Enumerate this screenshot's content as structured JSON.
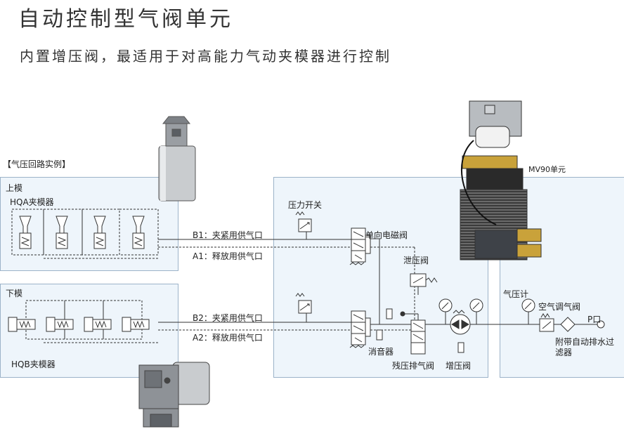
{
  "header": {
    "title": "自动控制型气阀单元",
    "subtitle": "内置增压阀，最适用于对高能力气动夹模器进行控制"
  },
  "diagram": {
    "section_label": "【气压回路实例】",
    "upper_die": {
      "label": "上模",
      "clamp_label": "HQA夹模器"
    },
    "lower_die": {
      "label": "下模",
      "clamp_label": "HQB夹模器"
    },
    "ports": {
      "b1": "B1：夹紧用供气口",
      "a1": "A1：释放用供气口",
      "b2": "B2：夹紧用供气口",
      "a2": "A2：释放用供气口"
    },
    "components": {
      "pressure_switch": "压力开关",
      "solenoid_valve": "单向电磁阀",
      "relief_valve": "泄压阀",
      "muffler": "消音器",
      "residual_exhaust": "残压排气阀",
      "booster_valve": "增压阀",
      "pressure_gauge": "气压计",
      "air_regulator": "空气调气阀",
      "p_port": "P口",
      "filter": "附带自动排水过滤器",
      "unit": "MV90单元"
    }
  }
}
